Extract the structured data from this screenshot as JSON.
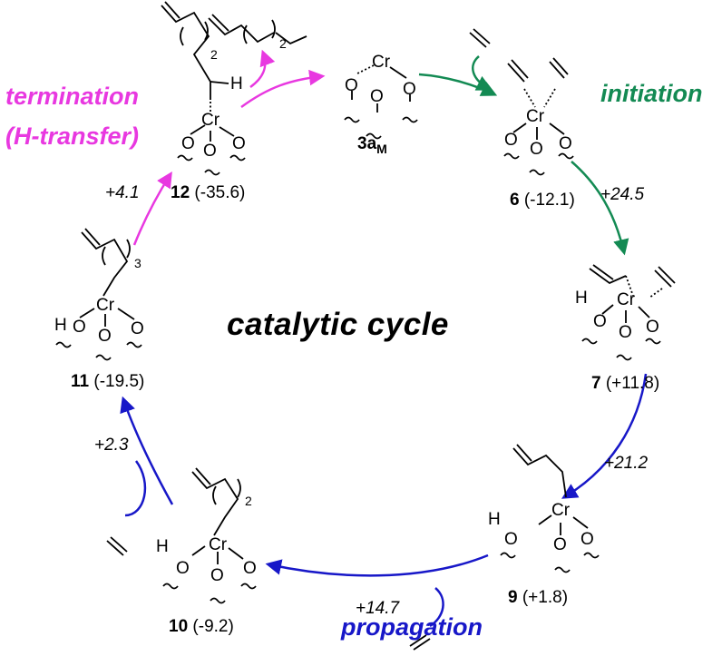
{
  "title": "catalytic cycle",
  "phases": {
    "initiation": "initiation",
    "termination_line1": "termination",
    "termination_line2": "(H-transfer)",
    "propagation": "propagation"
  },
  "colors": {
    "initiation": "#138a53",
    "termination": "#e838e0",
    "propagation": "#1717c8",
    "structure": "#000000"
  },
  "species": [
    {
      "id": "3aM",
      "number": "3a",
      "subscript": "M",
      "energy": ""
    },
    {
      "id": "6",
      "number": "6",
      "energy": "(-12.1)"
    },
    {
      "id": "7",
      "number": "7",
      "energy": "(+11.8)"
    },
    {
      "id": "9",
      "number": "9",
      "energy": "(+1.8)"
    },
    {
      "id": "10",
      "number": "10",
      "energy": "(-9.2)"
    },
    {
      "id": "11",
      "number": "11",
      "energy": "(-19.5)"
    },
    {
      "id": "12",
      "number": "12",
      "energy": "(-35.6)"
    }
  ],
  "barriers": {
    "s6_to_s7": "+24.5",
    "s7_to_s9": "+21.2",
    "s9_to_s10": "+14.7",
    "s10_to_s11": "+2.3",
    "s11_to_s12": "+4.1"
  },
  "atoms": {
    "metal": "Cr",
    "oxygen": "O",
    "hydrogen": "H"
  },
  "chain_repeats": {
    "s10": "2",
    "s11": "3",
    "s12": "2",
    "product": "2"
  }
}
